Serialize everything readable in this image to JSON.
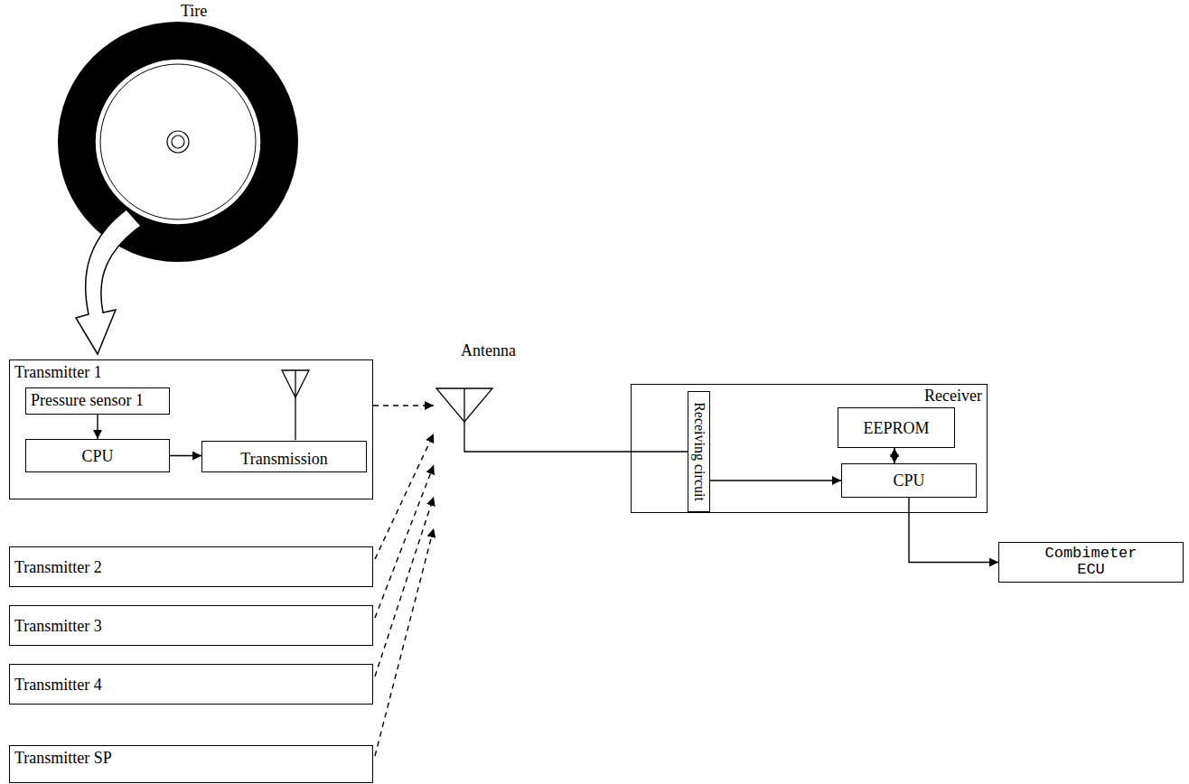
{
  "diagram": {
    "nodes": [
      {
        "text": [
          "Transmitter 1"
        ]
      },
      {
        "text": [
          "Pressure sensor 1"
        ],
        "in": 0
      },
      {
        "text": [
          "CPU"
        ],
        "in": 0
      },
      {
        "text": [
          "Transmission"
        ],
        "in": 0
      },
      {
        "text": [
          "Transmitter 2"
        ]
      },
      {
        "text": [
          "Transmitter 3"
        ]
      },
      {
        "text": [
          "Transmitter 4"
        ]
      },
      {
        "text": [
          "Transmitter SP"
        ]
      },
      {
        "text": [
          "Antenna"
        ]
      },
      {
        "text": [
          "Receiver"
        ]
      },
      {
        "text": [
          "Receiving circuit"
        ],
        "in": 9
      },
      {
        "text": [
          "EEPROM"
        ],
        "in": 9
      },
      {
        "text": [
          "CPU"
        ],
        "in": 9
      },
      {
        "text": [
          "Combimeter ECU"
        ]
      }
    ],
    "edges": [
      {
        "from": 1,
        "to": 2,
        "arrow": "to"
      },
      {
        "from": 2,
        "to": 3,
        "arrow": "to"
      },
      {
        "from": 0,
        "to": 8,
        "arrow": "to"
      },
      {
        "from": 4,
        "to": 8,
        "arrow": "to"
      },
      {
        "from": 5,
        "to": 8,
        "arrow": "to"
      },
      {
        "from": 6,
        "to": 8,
        "arrow": "to"
      },
      {
        "from": 7,
        "to": 8,
        "arrow": "to"
      },
      {
        "from": 8,
        "to": 10,
        "arrow": "none"
      },
      {
        "from": 10,
        "to": 12,
        "arrow": "to"
      },
      {
        "from": 11,
        "to": 12,
        "arrow": "both"
      },
      {
        "from": 12,
        "to": 13,
        "arrow": "to"
      }
    ],
    "labels": [
      "Tire"
    ]
  }
}
